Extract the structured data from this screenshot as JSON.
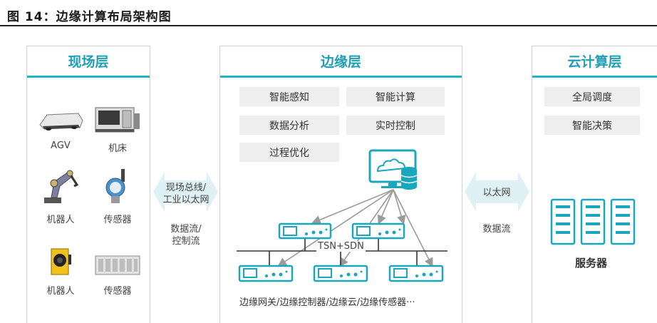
{
  "figure_title": "图 14：边缘计算布局架构图",
  "field_layer": {
    "title": "现场层",
    "items": [
      {
        "label": "AGV",
        "icon": "agv-vehicle-icon"
      },
      {
        "label": "机床",
        "icon": "machine-tool-icon"
      },
      {
        "label": "机器人",
        "icon": "robot-arm-icon"
      },
      {
        "label": "传感器",
        "icon": "pressure-sensor-icon"
      },
      {
        "label": "机器人",
        "icon": "vision-camera-icon"
      },
      {
        "label": "传感器",
        "icon": "io-module-icon"
      }
    ]
  },
  "link_left": {
    "line1": "现场总线/",
    "line2": "工业以太网",
    "line3": "数据流/",
    "line4": "控制流"
  },
  "edge_layer": {
    "title": "边缘层",
    "functions": [
      "智能感知",
      "智能计算",
      "数据分析",
      "实时控制",
      "过程优化"
    ],
    "network_label": "TSN+SDN",
    "devices_label": "边缘网关/边缘控制器/边缘云/边缘传感器···"
  },
  "link_right": {
    "line1": "以太网",
    "line2": "数据流"
  },
  "cloud_layer": {
    "title": "云计算层",
    "functions": [
      "全局调度",
      "智能决策"
    ],
    "server_label": "服务器"
  },
  "colors": {
    "accent": "#1fb6c6",
    "title_text": "#1f9fb4",
    "tag_bg": "#eeeeee",
    "arrow_fill": "#dff1f4",
    "device": "#1aa7bd"
  }
}
